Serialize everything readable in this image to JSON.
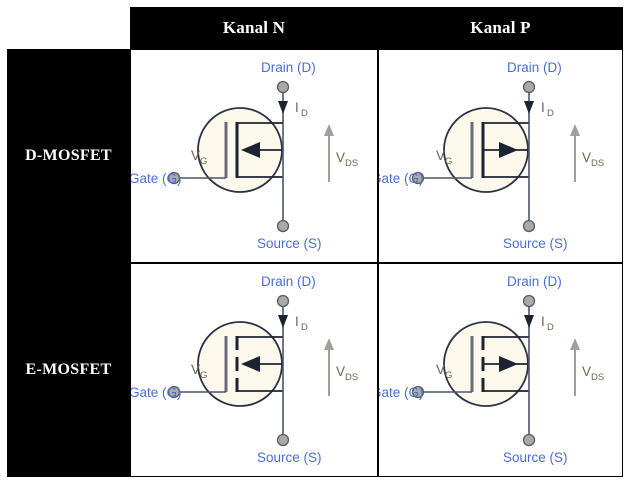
{
  "table": {
    "corner_label": "",
    "columns": [
      {
        "key": "n",
        "label": "Kanal N"
      },
      {
        "key": "p",
        "label": "Kanal P"
      }
    ],
    "rows": [
      {
        "key": "d",
        "label": "D-MOSFET"
      },
      {
        "key": "e",
        "label": "E-MOSFET"
      }
    ]
  },
  "symbol_labels": {
    "drain": "Drain (D)",
    "source": "Source (S)",
    "gate": "Gate (G)",
    "vg": "V",
    "vg_sub": "G",
    "id": "I",
    "id_sub": "D",
    "vds": "V",
    "vds_sub": "DS"
  },
  "cells": {
    "d_n": {
      "type": "D-MOSFET",
      "channel": "N",
      "channel_bar": "solid",
      "body_arrow_direction": "left",
      "drain_label": "Drain (D)",
      "source_label": "Source (S)",
      "gate_label": "Gate (G)",
      "vg_label": "VG",
      "id_label": "ID",
      "vds_label": "VDS"
    },
    "d_p": {
      "type": "D-MOSFET",
      "channel": "P",
      "channel_bar": "solid",
      "body_arrow_direction": "right",
      "drain_label": "Drain (D)",
      "source_label": "Source (S)",
      "gate_label": "Gate (G)",
      "vg_label": "VG",
      "id_label": "ID",
      "vds_label": "VDS"
    },
    "e_n": {
      "type": "E-MOSFET",
      "channel": "N",
      "channel_bar": "broken",
      "body_arrow_direction": "left",
      "drain_label": "Drain (D)",
      "source_label": "Source (S)",
      "gate_label": "Gate (G)",
      "vg_label": "VG",
      "id_label": "ID",
      "vds_label": "VDS"
    },
    "e_p": {
      "type": "E-MOSFET",
      "channel": "P",
      "channel_bar": "broken",
      "body_arrow_direction": "right",
      "drain_label": "Drain (D)",
      "source_label": "Source (S)",
      "gate_label": "Gate (G)",
      "vg_label": "VG",
      "id_label": "ID",
      "vds_label": "VDS"
    }
  },
  "colors": {
    "header_bg": "#000000",
    "header_text": "#ffffff",
    "cell_bg": "#ffffff",
    "terminal_label": "#4a6fd4",
    "voltage_label": "#6b6452",
    "circle_fill": "#fcf8ec",
    "circle_stroke": "#2b3245",
    "lead_stroke": "#4a5568",
    "gate_bar": "#6a6a7d",
    "channel_bar": "#1c2333",
    "terminal_dot_fill": "#a9a9a9",
    "terminal_dot_stroke": "#5c5c5c",
    "arrow_gray": "#9aa39a",
    "page_bg": "#ffffff"
  }
}
